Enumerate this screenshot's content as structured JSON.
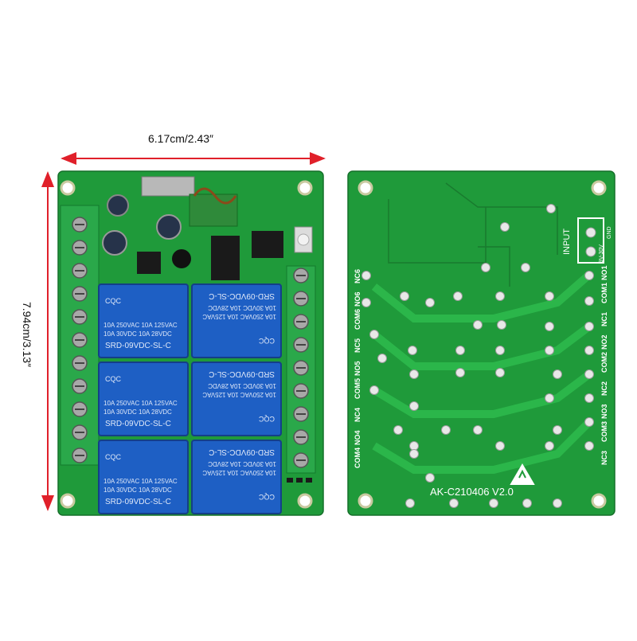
{
  "dimensions": {
    "width": "6.17cm/2.43″",
    "height": "7.94cm/3.13″"
  },
  "relay": {
    "cert": "CQC",
    "rating_250": "10A 250VAC",
    "rating_125": "10A 125VAC",
    "rating_30": "10A 30VDC",
    "rating_28": "10A 28VDC",
    "model": "SRD-09VDC-SL-C"
  },
  "board_back": {
    "label": "AK-C210406  V2.0",
    "input_label": "INPUT",
    "input_voltage": "9V-30V",
    "gnd_label": "GND",
    "left_terminals": [
      "NC6",
      "NO6",
      "COM6",
      "NC5",
      "NO5",
      "COM5",
      "NC4",
      "NO4",
      "COM4"
    ],
    "right_terminals": [
      "NO1",
      "COM1",
      "NC1",
      "NO2",
      "COM2",
      "NC2",
      "NO3",
      "COM3",
      "NC3"
    ]
  },
  "colors": {
    "pcb": "#1f9a3a",
    "relay": "#1e5fc4",
    "terminal": "#2aa84a",
    "dimension_arrow": "#e0202a"
  }
}
